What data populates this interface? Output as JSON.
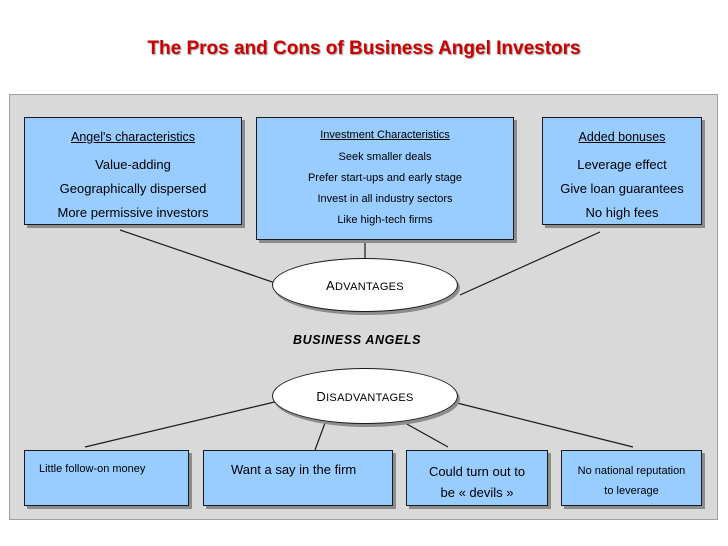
{
  "title": "The Pros and Cons of Business Angel Investors",
  "center_label": "BUSINESS ANGELS",
  "advantages": {
    "first": "A",
    "rest": "DVANTAGES"
  },
  "disadvantages": {
    "first": "D",
    "rest": "ISADVANTAGES"
  },
  "top_boxes": {
    "angels": {
      "heading": "Angel's characteristics",
      "lines": [
        "Value-adding",
        "Geographically dispersed",
        "More permissive investors"
      ]
    },
    "investment": {
      "heading": "Investment Characteristics",
      "lines": [
        "Seek smaller deals",
        "Prefer start-ups and early stage",
        "Invest in all industry sectors",
        "Like high-tech firms"
      ]
    },
    "bonuses": {
      "heading": "Added bonuses",
      "lines": [
        "Leverage effect",
        "Give loan guarantees",
        "No high fees"
      ]
    }
  },
  "bottom_boxes": {
    "follow_on": {
      "lines": [
        "Little follow-on money"
      ]
    },
    "say": {
      "lines": [
        "Want a say in the firm"
      ]
    },
    "devils": {
      "lines": [
        "Could turn out to",
        "be « devils »"
      ]
    },
    "reputation": {
      "lines": [
        "No national reputation",
        "to leverage"
      ]
    }
  },
  "colors": {
    "title": "#cc0000",
    "box_fill": "#99ccff",
    "panel": "#d9d9d9"
  }
}
